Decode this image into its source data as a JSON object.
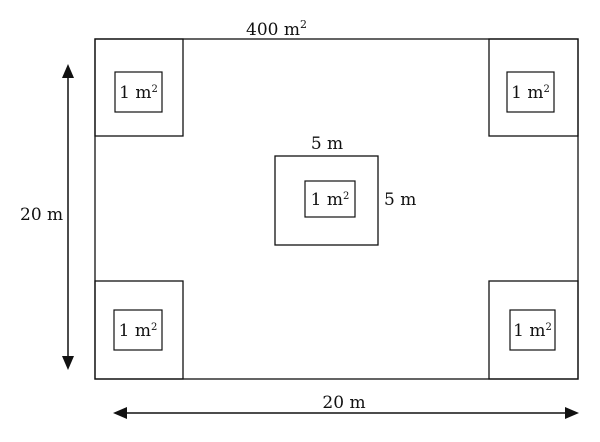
{
  "labels": {
    "total_area": {
      "number": "400 m",
      "exponent": "2"
    },
    "height": "20 m",
    "width": "20 m",
    "center_width": "5 m",
    "center_height": "5 m",
    "quadrat": {
      "number": "1 m",
      "exponent": "2"
    }
  },
  "colors": {
    "line": "#111111",
    "background": "#ffffff"
  }
}
